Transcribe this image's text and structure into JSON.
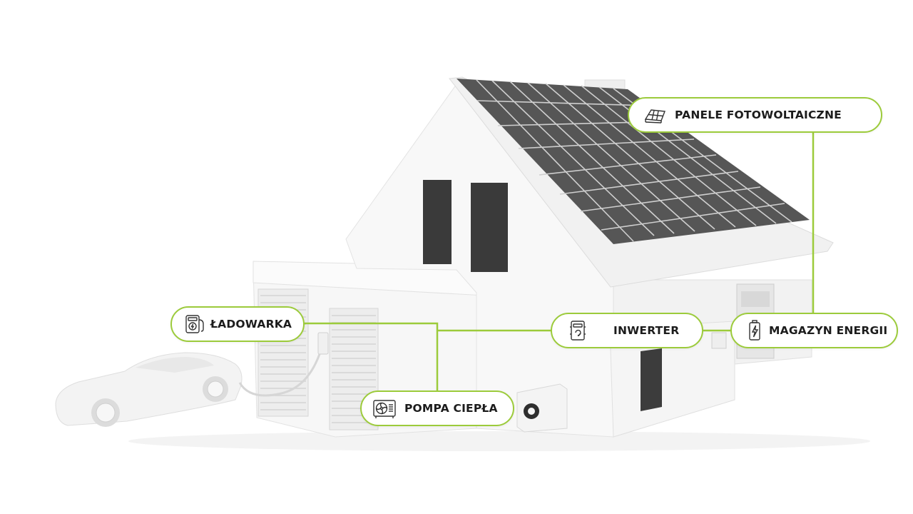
{
  "colors": {
    "accent": "#9ccb3b",
    "solar_panel": "#555555",
    "panel_grid": "#cfcfcf",
    "house": "#f6f6f6",
    "window": "#3a3a3a",
    "text": "#1c1c1c"
  },
  "callouts": {
    "panele": {
      "label": "PANELE FOTOWOLTAICZNE",
      "icon": "solar-panel-icon"
    },
    "ladowarka": {
      "label": "ŁADOWARKA",
      "icon": "ev-charger-icon"
    },
    "inwerter": {
      "label": "INWERTER",
      "icon": "inverter-icon"
    },
    "magazyn": {
      "label": "MAGAZYN ENERGII",
      "icon": "battery-icon"
    },
    "pompa": {
      "label": "POMPA CIEPŁA",
      "icon": "heat-pump-icon"
    }
  }
}
